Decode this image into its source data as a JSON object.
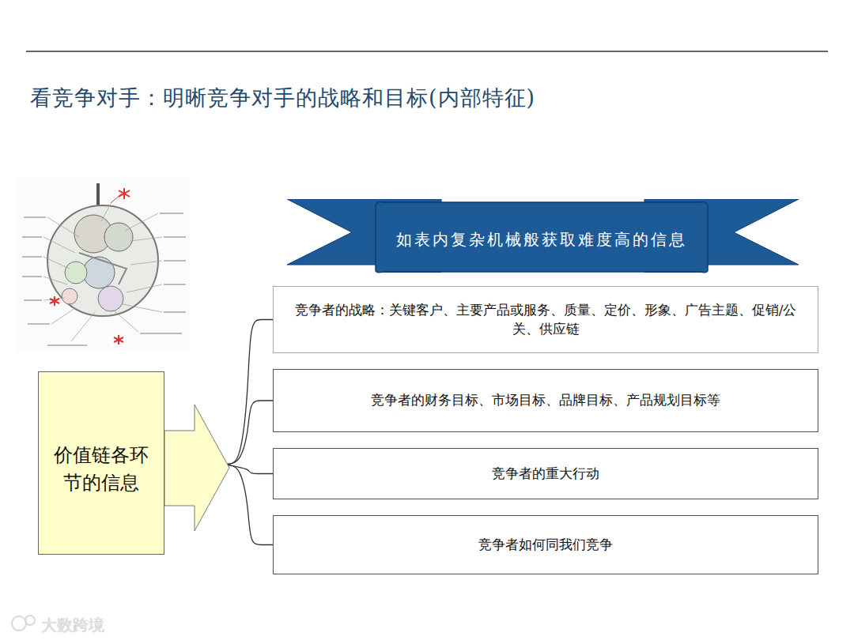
{
  "diagram": {
    "title": "看竞争对手：明晰竞争对手的战略和目标(内部特征)",
    "nodes": [
      {
        "text": [
          "如表内复杂机械般获取难度高的信息"
        ]
      },
      {
        "text": [
          "价值链各环节的信息"
        ]
      },
      {
        "text": [
          "竞争者的战略：关键客户、主要产品或服务、质量、定价、形象、广告主题、促销/公关、供应链"
        ]
      },
      {
        "text": [
          "竞争者的财务目标、市场目标、品牌目标、产品规划目标等"
        ]
      },
      {
        "text": [
          "竞争者的重大行动"
        ]
      },
      {
        "text": [
          "竞争者如何同我们竞争"
        ]
      }
    ],
    "edges": [
      {
        "from": 1,
        "to": 2,
        "arrow": "none"
      },
      {
        "from": 1,
        "to": 3,
        "arrow": "none"
      },
      {
        "from": 1,
        "to": 4,
        "arrow": "none"
      },
      {
        "from": 1,
        "to": 5,
        "arrow": "none"
      }
    ],
    "labels": [
      "大数跨境"
    ]
  }
}
